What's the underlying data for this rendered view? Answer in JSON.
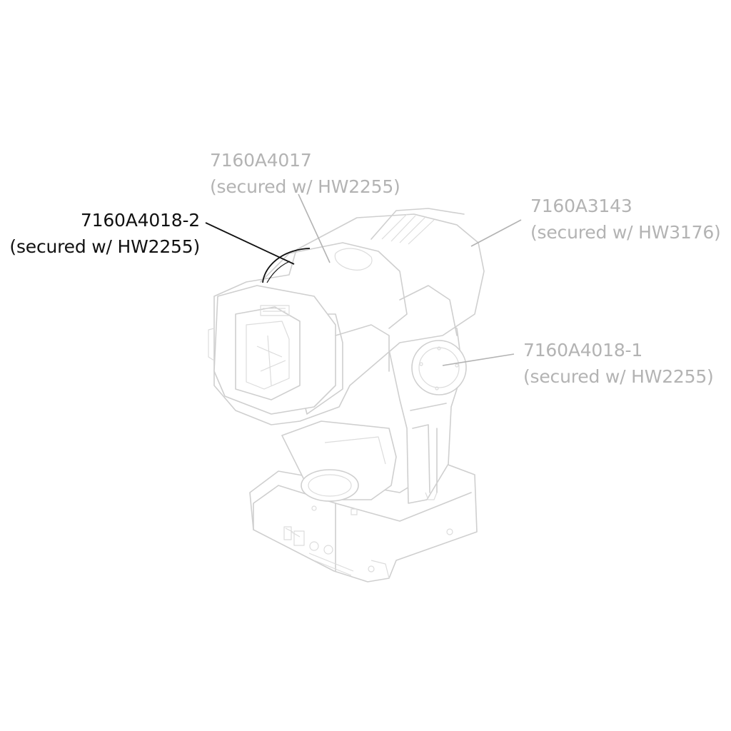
{
  "callouts": {
    "top_cover": {
      "part": "7160A4017",
      "note": "(secured w/ HW2255)"
    },
    "left_side_cover": {
      "part": "7160A4018-2",
      "note": "(secured w/ HW2255)"
    },
    "rear_cover": {
      "part": "7160A3143",
      "note": "(secured w/ HW3176)"
    },
    "right_side_cover": {
      "part": "7160A4018-1",
      "note": "(secured w/ HW2255)"
    }
  },
  "colors": {
    "highlight_text": "#111111",
    "muted_text": "#b3b3b3",
    "line_art": "#cfcfcf"
  }
}
